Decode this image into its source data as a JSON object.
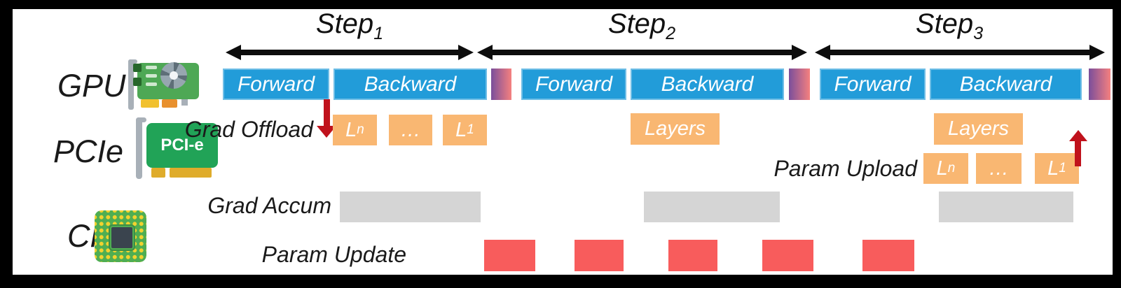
{
  "rows": {
    "gpu_label": "GPU",
    "pcie_label": "PCIe",
    "cpu_label": "CPU"
  },
  "icons": {
    "gpu_icon": "graphics-card",
    "pcie_icon": "pci-express-card",
    "pcie_icon_text": "PCI-e",
    "cpu_icon": "cpu-chip"
  },
  "steps": [
    {
      "name": "Step",
      "sub": "1",
      "forward": "Forward",
      "backward": "Backward"
    },
    {
      "name": "Step",
      "sub": "2",
      "forward": "Forward",
      "backward": "Backward"
    },
    {
      "name": "Step",
      "sub": "3",
      "forward": "Forward",
      "backward": "Backward"
    }
  ],
  "pcie": {
    "grad_offload_label": "Grad Offload",
    "param_upload_label": "Param Upload",
    "layers_label_step2": "Layers",
    "layers_label_step3": "Layers",
    "offload_boxes": [
      {
        "base": "L",
        "sub": "n"
      },
      {
        "base": "…",
        "sub": ""
      },
      {
        "base": "L",
        "sub": "1"
      }
    ],
    "upload_boxes": [
      {
        "base": "L",
        "sub": "n"
      },
      {
        "base": "…",
        "sub": ""
      },
      {
        "base": "L",
        "sub": "1"
      }
    ]
  },
  "cpu": {
    "grad_accum_label": "Grad Accum",
    "param_update_label": "Param Update"
  },
  "colors": {
    "gpu_bar_blue": "#229CD9",
    "step_end_gradient_start": "#7A4E9B",
    "step_end_gradient_end": "#F5807F",
    "pcie_box_orange": "#F9B772",
    "grad_accum_gray": "#D5D5D5",
    "param_update_red": "#F85C5C",
    "transfer_arrow_red": "#C0121C",
    "frame": "#000000",
    "background": "#FFFFFF"
  }
}
